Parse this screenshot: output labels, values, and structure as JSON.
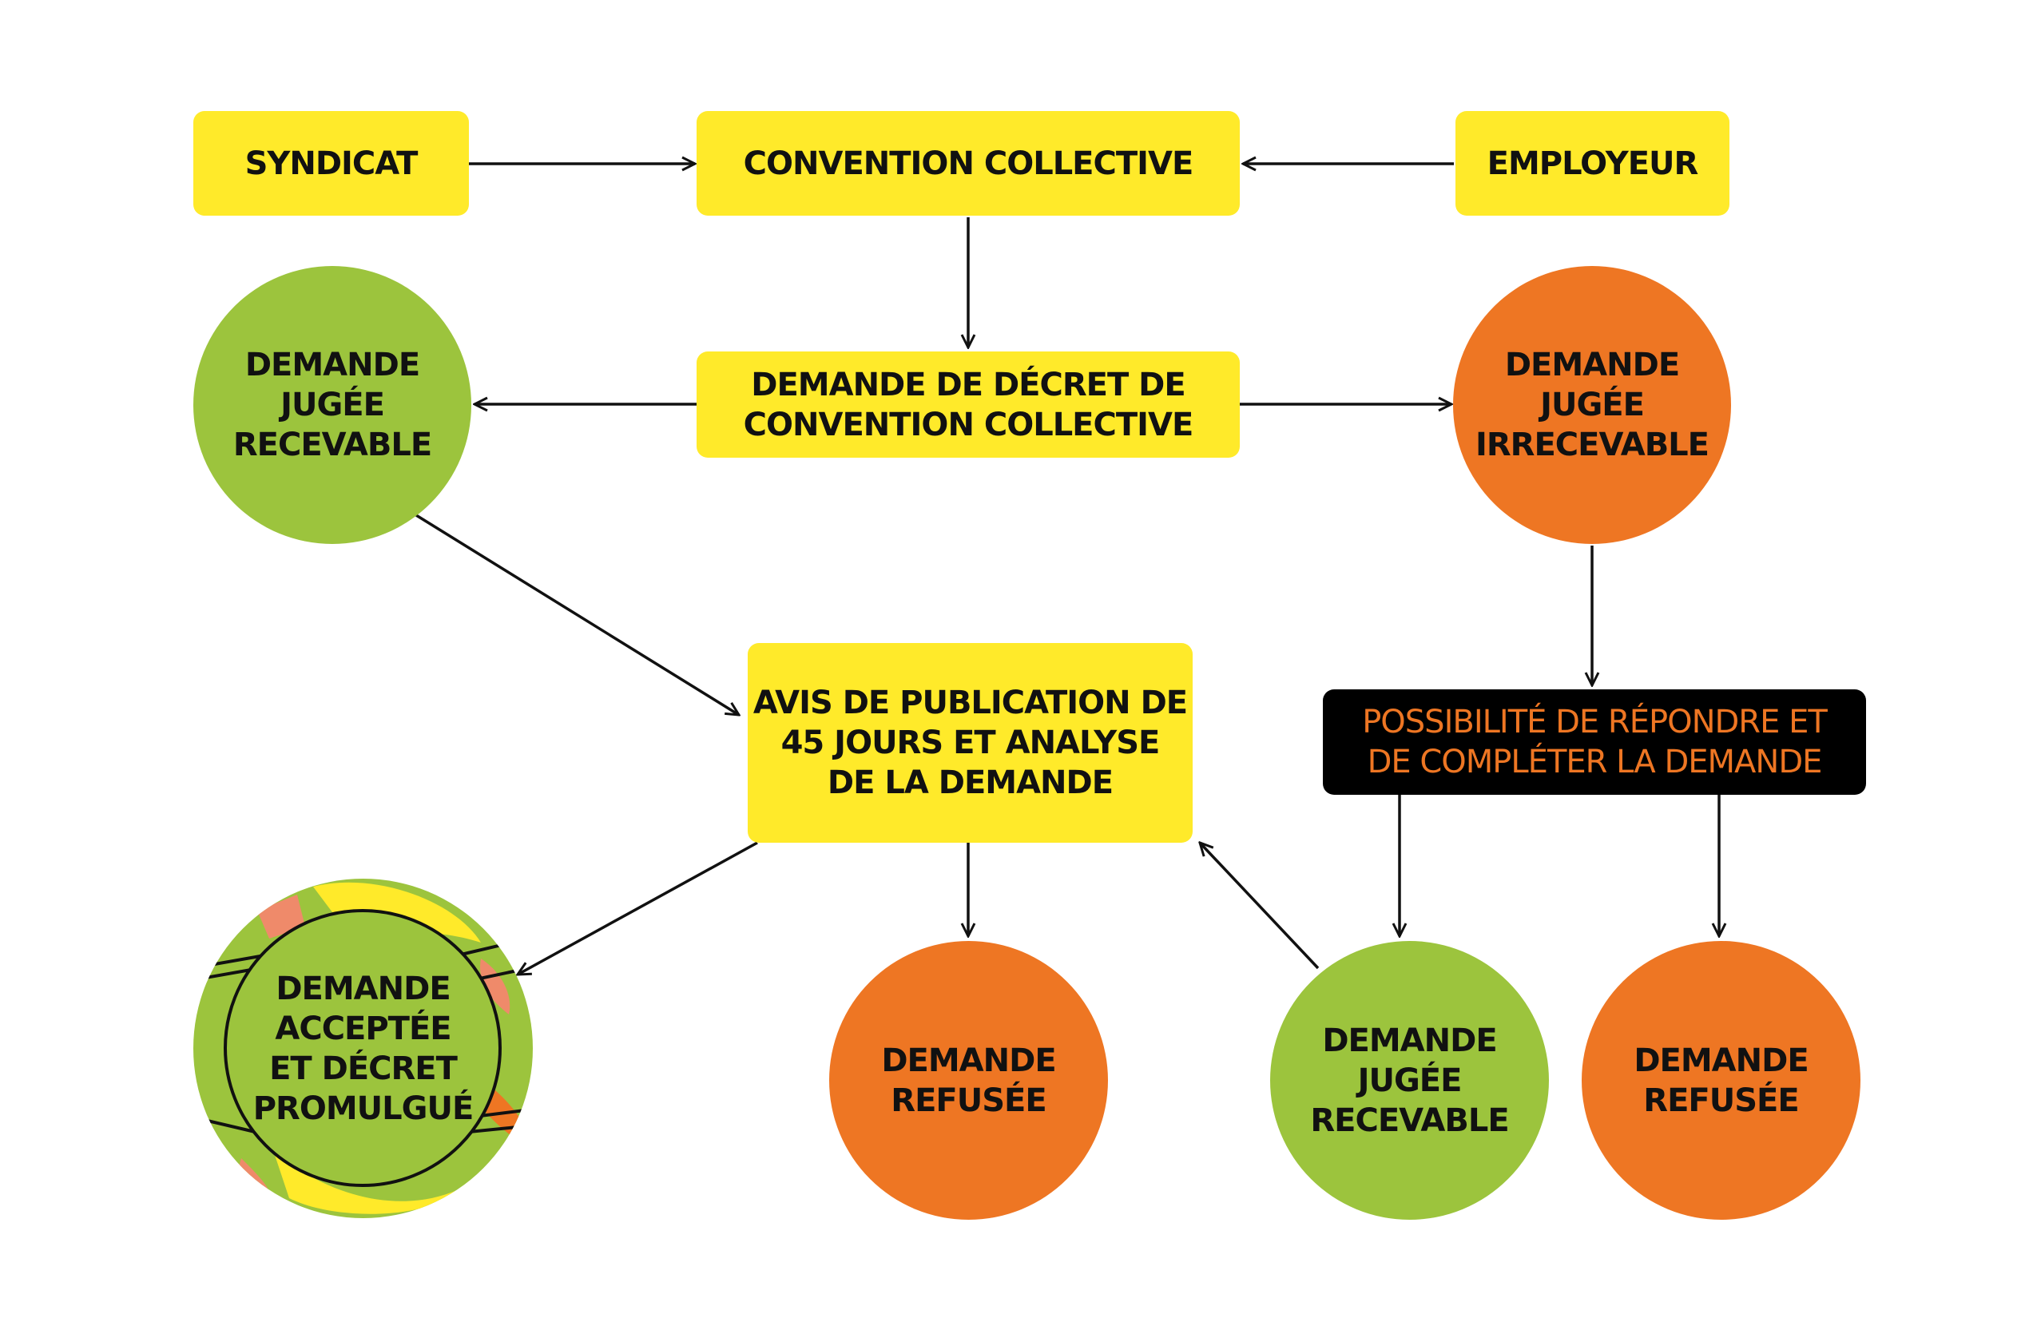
{
  "nodes": {
    "syndicat": "SYNDICAT",
    "convention": "CONVENTION COLLECTIVE",
    "employeur": "EMPLOYEUR",
    "demande_decret": [
      "DEMANDE DE DÉCRET DE",
      "CONVENTION COLLECTIVE"
    ],
    "recevable_1": [
      "DEMANDE",
      "JUGÉE",
      "RECEVABLE"
    ],
    "irrecevable": [
      "DEMANDE",
      "JUGÉE",
      "IRRECEVABLE"
    ],
    "avis": [
      "AVIS DE PUBLICATION DE",
      "45 JOURS ET ANALYSE",
      "DE LA DEMANDE"
    ],
    "possibilite": [
      "POSSIBILITÉ DE RÉPONDRE ET",
      "DE COMPLÉTER LA DEMANDE"
    ],
    "acceptee": [
      "DEMANDE",
      "ACCEPTÉE",
      "ET DÉCRET",
      "PROMULGUÉ"
    ],
    "refusee_1": [
      "DEMANDE",
      "REFUSÉE"
    ],
    "recevable_2": [
      "DEMANDE",
      "JUGÉE",
      "RECEVABLE"
    ],
    "refusee_2": [
      "DEMANDE",
      "REFUSÉE"
    ]
  },
  "colors": {
    "yellow": "#ffea2a",
    "green": "#9cc43d",
    "orange": "#ee7623",
    "black": "#000000",
    "salmon": "#ef8a6a"
  }
}
